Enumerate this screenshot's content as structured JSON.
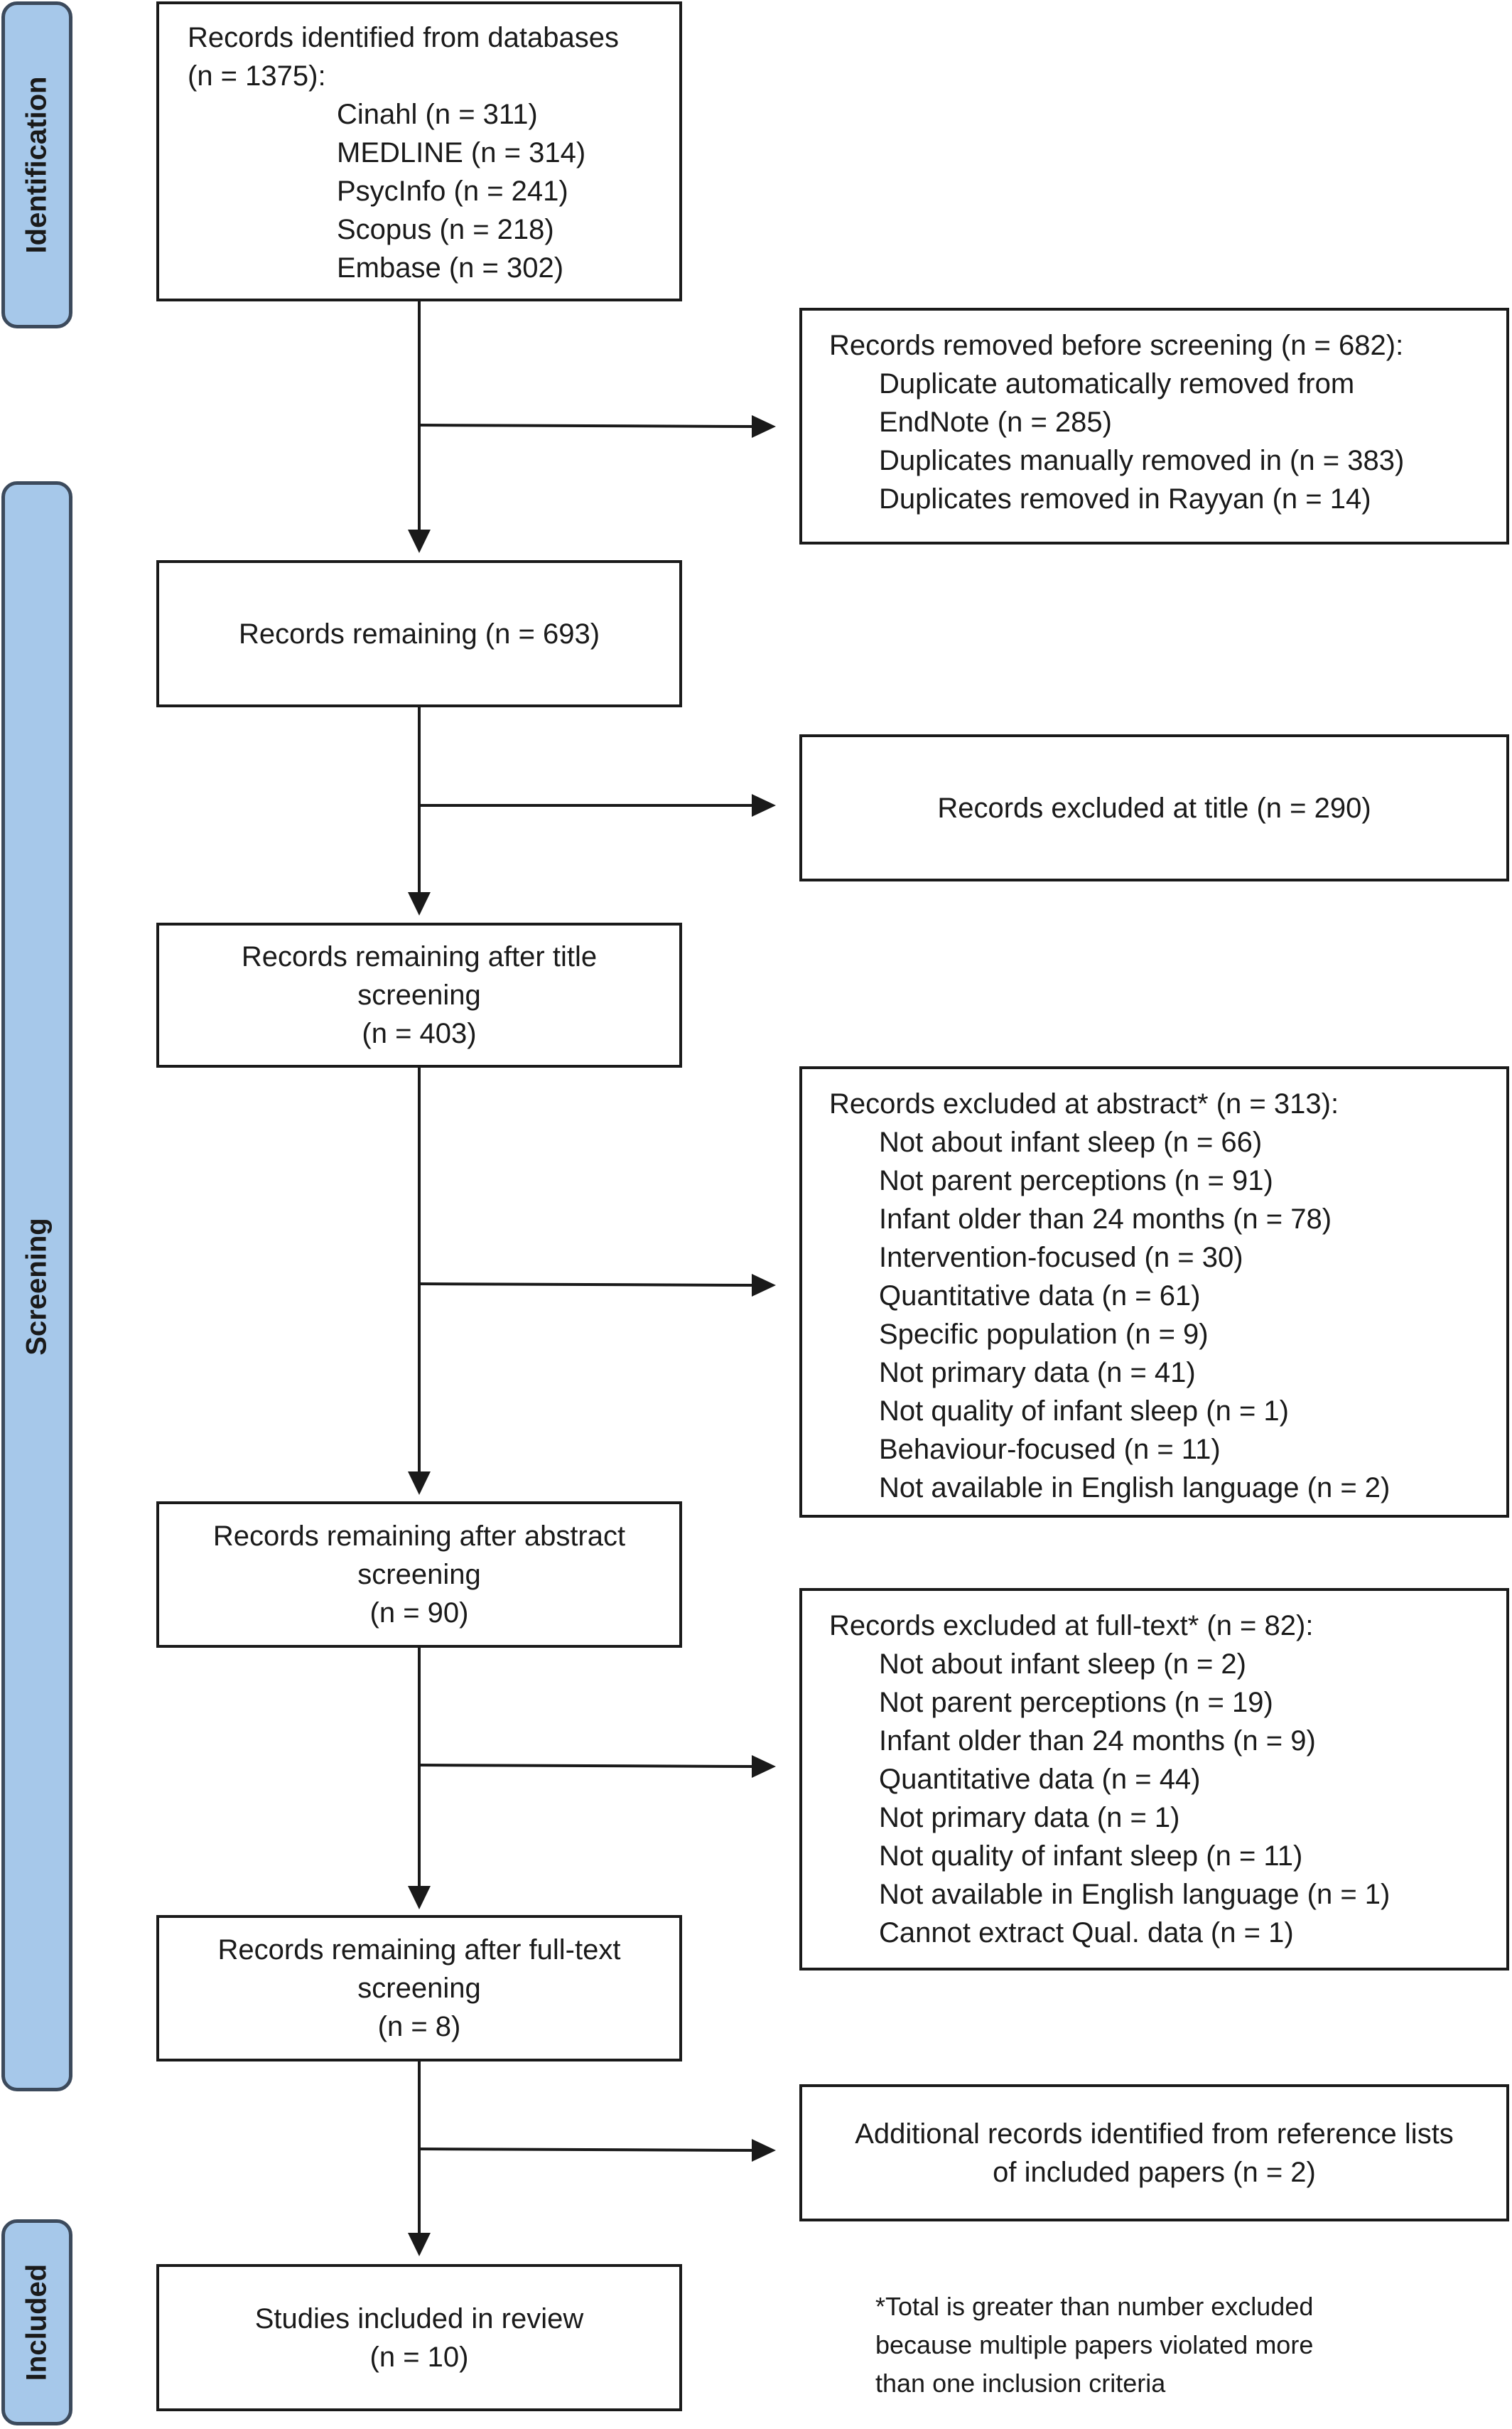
{
  "phases": {
    "identification": "Identification",
    "screening": "Screening",
    "included": "Included"
  },
  "identified": {
    "title": "Records identified from databases",
    "total": "(n = 1375):",
    "items": [
      "Cinahl (n = 311)",
      "MEDLINE (n = 314)",
      "PsycInfo (n = 241)",
      "Scopus (n = 218)",
      "Embase (n = 302)"
    ]
  },
  "removed": {
    "title": "Records removed before screening (n = 682):",
    "items": [
      "Duplicate automatically removed from",
      "EndNote (n = 285)",
      "Duplicates manually removed in (n = 383)",
      "Duplicates removed in Rayyan (n = 14)"
    ]
  },
  "remaining1": {
    "line1": "Records remaining (n = 693)"
  },
  "excluded_title": {
    "line1": "Records excluded at title (n = 290)"
  },
  "remaining2": {
    "line1": "Records remaining after title",
    "line2": "screening",
    "line3": "(n = 403)"
  },
  "excluded_abstract": {
    "title": "Records excluded at abstract* (n = 313):",
    "items": [
      "Not about infant sleep (n = 66)",
      "Not parent perceptions (n = 91)",
      "Infant older than 24 months (n = 78)",
      "Intervention-focused (n = 30)",
      "Quantitative data (n = 61)",
      "Specific population (n = 9)",
      "Not primary data (n = 41)",
      "Not quality of infant sleep (n = 1)",
      "Behaviour-focused (n = 11)",
      "Not available in English language (n = 2)"
    ]
  },
  "remaining3": {
    "line1": "Records remaining after abstract",
    "line2": "screening",
    "line3": "(n = 90)"
  },
  "excluded_fulltext": {
    "title": "Records excluded at full-text* (n = 82):",
    "items": [
      "Not about infant sleep (n = 2)",
      "Not parent perceptions (n = 19)",
      "Infant older than 24 months (n = 9)",
      "Quantitative data (n = 44)",
      "Not primary data (n = 1)",
      "Not quality of infant sleep (n = 11)",
      "Not available in English language (n = 1)",
      "Cannot extract Qual. data (n = 1)"
    ]
  },
  "remaining4": {
    "line1": "Records remaining after full-text",
    "line2": "screening",
    "line3": "(n = 8)"
  },
  "additional": {
    "line1": "Additional records identified from reference lists",
    "line2": "of included papers (n = 2)"
  },
  "included": {
    "line1": "Studies included in review",
    "line2": "(n = 10)"
  },
  "footnote": {
    "line1": "*Total is greater than number excluded",
    "line2": "because multiple papers violated more",
    "line3": "than one inclusion criteria"
  }
}
